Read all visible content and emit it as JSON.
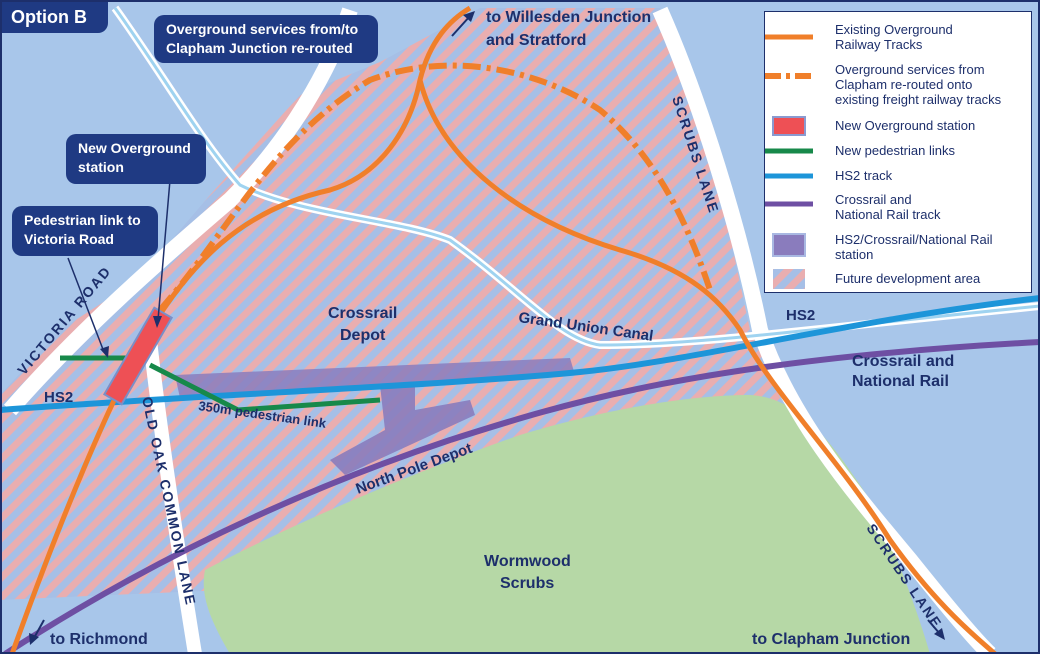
{
  "title": "Option B",
  "colors": {
    "water": "#a8c6ea",
    "development_pink": "#e9aeb0",
    "development_blue": "#a6bfe6",
    "park": "#b6d8a6",
    "road": "#ffffff",
    "canal": "#9fd3f0",
    "overground": "#f07f2a",
    "pedestrian": "#17894a",
    "hs2": "#1d95d9",
    "crossrail": "#6e4fa3",
    "new_station": "#ee5055",
    "interchange_station": "#8a7cbd",
    "dark_blue": "#1f3a83"
  },
  "callouts": {
    "overground_rerouted": "Overground services from/to\nClapham Junction re-routed",
    "new_station": "New Overground\nstation",
    "pedestrian_link": "Pedestrian link to\nVictoria Road"
  },
  "legend": [
    {
      "symbol": "overground-line-icon",
      "label": "Existing Overground\nRailway Tracks"
    },
    {
      "symbol": "rerouted-dashed-line-icon",
      "label": "Overground services from\nClapham re-routed onto\nexisting freight railway tracks"
    },
    {
      "symbol": "new-station-icon",
      "label": "New Overground station"
    },
    {
      "symbol": "pedestrian-line-icon",
      "label": "New pedestrian links"
    },
    {
      "symbol": "hs2-line-icon",
      "label": "HS2 track"
    },
    {
      "symbol": "crossrail-line-icon",
      "label": "Crossrail and\nNational Rail track"
    },
    {
      "symbol": "interchange-station-icon",
      "label": "HS2/Crossrail/National Rail\nstation"
    },
    {
      "symbol": "development-area-icon",
      "label": "Future development area"
    }
  ],
  "labels": {
    "to_willesden": "to Willesden Junction",
    "and_stratford": "and Stratford",
    "scrubs_lane_top": "SCRUBS LANE",
    "scrubs_lane_bottom": "SCRUBS LANE",
    "victoria_road": "VICTORIA ROAD",
    "crossrail_depot_1": "Crossrail",
    "crossrail_depot_2": "Depot",
    "grand_union_canal": "Grand Union Canal",
    "hs2_left": "HS2",
    "hs2_right": "HS2",
    "crossrail_nr_1": "Crossrail and",
    "crossrail_nr_2": "National Rail",
    "old_oak_common_lane": "OLD OAK COMMON LANE",
    "pedestrian_link_350": "350m pedestrian link",
    "north_pole_depot": "North Pole Depot",
    "wormwood_1": "Wormwood",
    "wormwood_2": "Scrubs",
    "to_richmond": "to Richmond",
    "to_clapham": "to Clapham Junction"
  }
}
